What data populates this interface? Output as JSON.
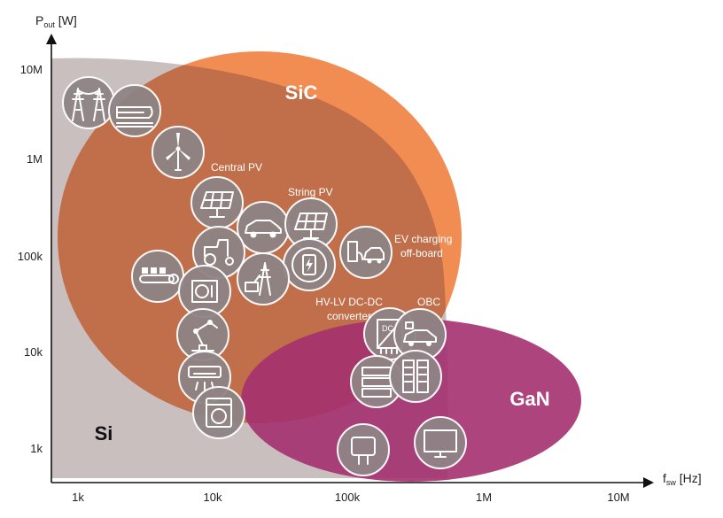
{
  "axes": {
    "y_title_main": "P",
    "y_title_sub": "out",
    "y_title_unit": " [W]",
    "x_title_main": "f",
    "x_title_sub": "sw",
    "x_title_unit": " [Hz]",
    "y_ticks": [
      "10M",
      "1M",
      "100k",
      "10k",
      "1k"
    ],
    "x_ticks": [
      "1k",
      "10k",
      "100k",
      "1M",
      "10M"
    ]
  },
  "regions": {
    "si": "Si",
    "sic": "SiC",
    "gan": "GaN"
  },
  "colors": {
    "si": "#c9bfbf",
    "sic": "#ef7d3b",
    "gan": "#a4306f",
    "icon_bg": "#8f8486"
  },
  "labels": {
    "central_pv": "Central PV",
    "string_pv": "String PV",
    "ev_charging_1": "EV charging",
    "ev_charging_2": "off-board",
    "obc": "OBC",
    "hvlv_1": "HV-LV DC-DC",
    "hvlv_2": "converter"
  },
  "icons": [
    "power-grid-icon",
    "train-icon",
    "wind-turbine-icon",
    "solar-panel-icon",
    "car-icon",
    "solar-panel-icon",
    "ev-charger-icon",
    "tractor-icon",
    "battery-charge-icon",
    "conveyor-icon",
    "heat-pump-icon",
    "grid-battery-icon",
    "robot-arm-icon",
    "air-conditioner-icon",
    "washing-machine-icon",
    "dc-converter-icon",
    "onboard-charger-car-icon",
    "server-icon",
    "server-rack-icon",
    "power-adapter-icon",
    "tv-icon"
  ]
}
